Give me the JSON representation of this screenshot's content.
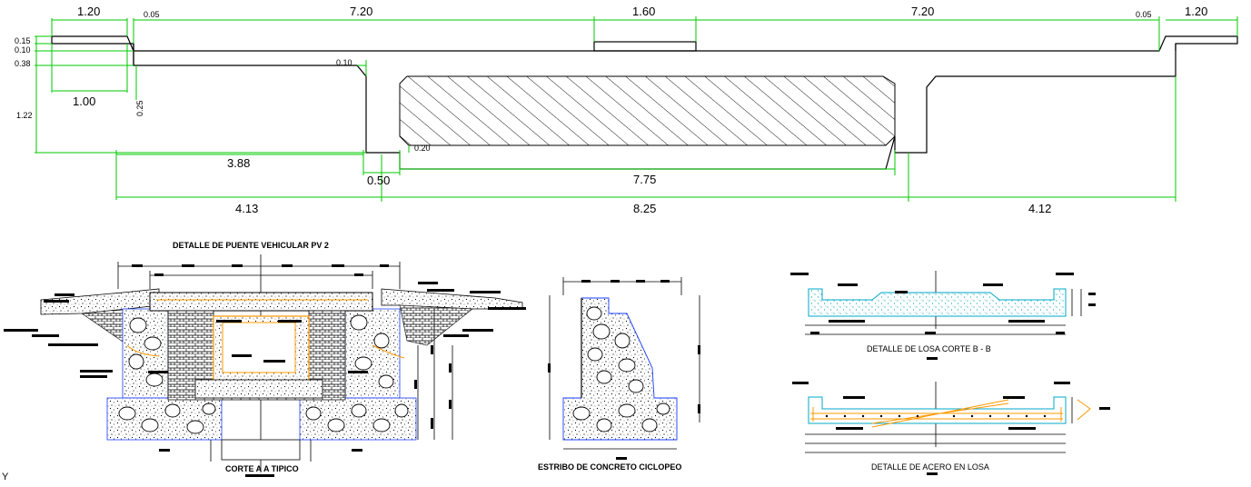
{
  "top_section": {
    "dims_top": [
      "1.20",
      "0.05",
      "7.20",
      "1.60",
      "7.20",
      "0.05",
      "1.20"
    ],
    "dims_left": [
      "0.15",
      "0.10",
      "0.38",
      "1.22"
    ],
    "dim_1_00": "1.00",
    "dim_0_25": "0.25",
    "dim_0_10": "0.10",
    "dim_0_20": "0.20",
    "dim_3_88": "3.88",
    "dim_0_50": "0.50",
    "dim_7_75": "7.75",
    "dim_4_13": "4.13",
    "dim_8_25": "8.25",
    "dim_4_12": "4.12"
  },
  "details": {
    "bridge_title": "DETALLE DE PUENTE VEHICULAR  PV 2",
    "typical_cut": "CORTE A  A TIPICO",
    "abutment_title": "ESTRIBO DE CONCRETO CICLOPEO",
    "slab_cut_title": "DETALLE DE LOSA CORTE  B - B",
    "steel_title": "DETALLE DE ACERO EN LOSA",
    "axis_mark": "Y"
  },
  "colors": {
    "dimension_lines": "#00c800",
    "outline": "#000000",
    "concrete_edge": "#00a8c8",
    "rebar": "#ff9900",
    "cyclopean_edge": "#1a3cff"
  }
}
